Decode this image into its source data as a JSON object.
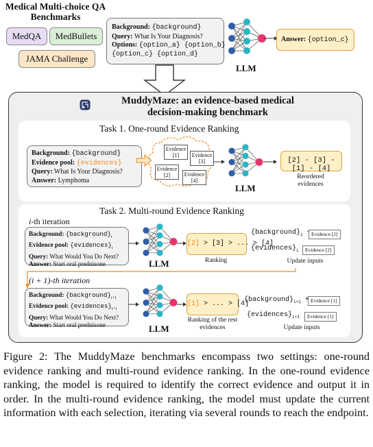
{
  "top": {
    "title": "Medical Multi-choice QA Benchmarks",
    "benchmarks": [
      "MedQA",
      "MedBullets",
      "JAMA Challenge"
    ],
    "prompt": {
      "background_label": "Background:",
      "background_val": "{background}",
      "query_label": "Query:",
      "query_val": "What Is Your Diagnosis?",
      "options_label": "Options:",
      "options_val1": "{option_a} {option_b}",
      "options_val2": "{option_c} {option_d}"
    },
    "llm": "LLM",
    "answer_label": "Answer:",
    "answer_val": "{option_c}"
  },
  "panel": {
    "title_line1": "MuddyMaze: an evidence-based medical",
    "title_line2": "decision-making benchmark",
    "task1": {
      "title": "Task 1. One-round Evidence Ranking",
      "background_label": "Background:",
      "background_val": "{background}",
      "pool_label": "Evidence pool:",
      "pool_val": "{evidences}",
      "query_label": "Query:",
      "query_val": "What Is Your Diagnosis?",
      "answer_label": "Answer:",
      "answer_val": "Lymphoma",
      "evidences": [
        "Evidence [1]",
        "Evidence [3]",
        "Evidence [2]",
        "Evidence [4]"
      ],
      "llm": "LLM",
      "output": "[2] - [3] - [1] - [4]",
      "output_caption": "Reordered evidences"
    },
    "task2": {
      "title": "Task 2. Multi-round Evidence Ranking",
      "iter1": {
        "label_i": "i",
        "label_rest": "-th iteration",
        "background_label": "Background:",
        "background_val": "{background}",
        "pool_label": "Evidence pool:",
        "pool_val": "{evidences}",
        "query_label": "Query:",
        "query_val": "What Would You Do Next?",
        "answer_label": "Answer:",
        "answer_val": "Start oral prednisone",
        "sub_i": "i",
        "llm": "LLM",
        "rank_first": "[2]",
        "rank_rest": " > [3] > ... > [4]",
        "rank_caption": "Ranking",
        "upd_bg": "{background}",
        "upd_bg_op": "+",
        "upd_ev": "{evidences}",
        "upd_ev_op": "-",
        "upd_chip": "Evidence [2]",
        "upd_caption": "Update inputs"
      },
      "iter2": {
        "label": "(i + 1)-th iteration",
        "background_label": "Background:",
        "background_val": "{background}",
        "pool_label": "Evidence pool:",
        "pool_val": "{evidences}",
        "query_label": "Query:",
        "query_val": "What Would You Do Next?",
        "answer_label": "Answer:",
        "answer_val": "Start oral prednisone",
        "sub_i1": "i+1",
        "llm": "LLM",
        "rank_first": "[1]",
        "rank_rest": " > ... > [4]",
        "rank_caption": "Ranking of the rest evidences",
        "upd_bg": "{background}",
        "upd_bg_op": "+",
        "upd_ev": "{evidences}",
        "upd_ev_op": "-",
        "upd_chip": "Evidence [1]",
        "upd_caption": "Update inputs"
      }
    }
  },
  "caption": "Figure 2: The MuddyMaze benchmarks encompass two settings: one-round evidence ranking and multi-round evidence ranking. In the one-round evidence ranking, the model is required to identify the correct evidence and output it in order. In the multi-round evidence ranking, the model must update the current information with each selection, iterating via several rounds to reach the endpoint.",
  "colors": {
    "medqa": "#e7dcf3",
    "medbullets": "#d9efd6",
    "jama": "#fbe6c8",
    "answer_bg": "#fdf0c7",
    "answer_border": "#d9a441",
    "accent_orange": "#f0891e",
    "node_blue": "#2f5fa8",
    "node_cyan": "#2bb5c6",
    "node_pink": "#e8336b"
  }
}
